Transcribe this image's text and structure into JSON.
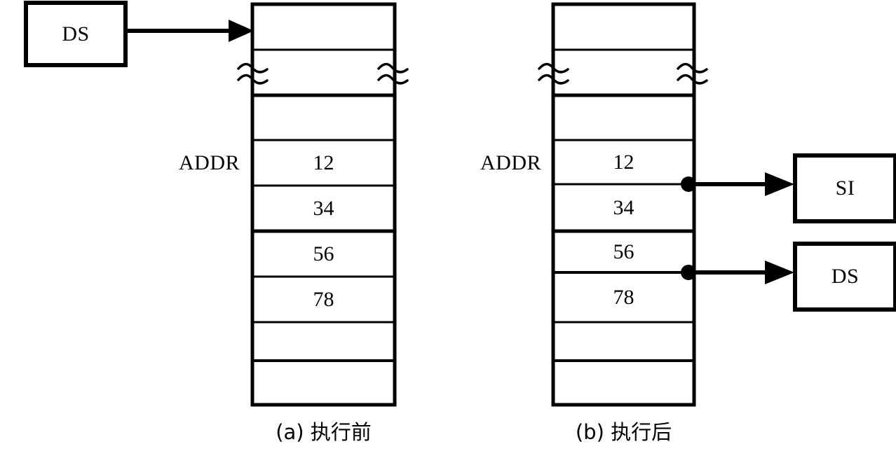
{
  "figure": {
    "title_absent": true,
    "panels": [
      {
        "id": "before",
        "caption": "(a) 执行前",
        "address_label": "ADDR",
        "register_box": {
          "label": "DS",
          "points_to": "memory-top"
        },
        "memory_cells": [
          {
            "index": 0,
            "value": ""
          },
          {
            "index": 1,
            "value": ""
          },
          {
            "index": 2,
            "value": ""
          },
          {
            "index": 3,
            "value": "12"
          },
          {
            "index": 4,
            "value": "34"
          },
          {
            "index": 5,
            "value": "56"
          },
          {
            "index": 6,
            "value": "78"
          },
          {
            "index": 7,
            "value": ""
          },
          {
            "index": 8,
            "value": ""
          }
        ],
        "break_marks": 2
      },
      {
        "id": "after",
        "caption": "(b) 执行后",
        "address_label": "ADDR",
        "memory_cells": [
          {
            "index": 0,
            "value": ""
          },
          {
            "index": 1,
            "value": ""
          },
          {
            "index": 2,
            "value": ""
          },
          {
            "index": 3,
            "value": "12"
          },
          {
            "index": 4,
            "value": "34"
          },
          {
            "index": 5,
            "value": "56"
          },
          {
            "index": 6,
            "value": "78"
          },
          {
            "index": 7,
            "value": ""
          },
          {
            "index": 8,
            "value": ""
          }
        ],
        "break_marks": 2,
        "output_registers": [
          {
            "label": "SI",
            "tap_after_cell": 3
          },
          {
            "label": "DS",
            "tap_after_cell": 5
          }
        ]
      }
    ],
    "colors": {
      "stroke": "#000000",
      "fill": "#ffffff",
      "text": "#000000"
    }
  }
}
